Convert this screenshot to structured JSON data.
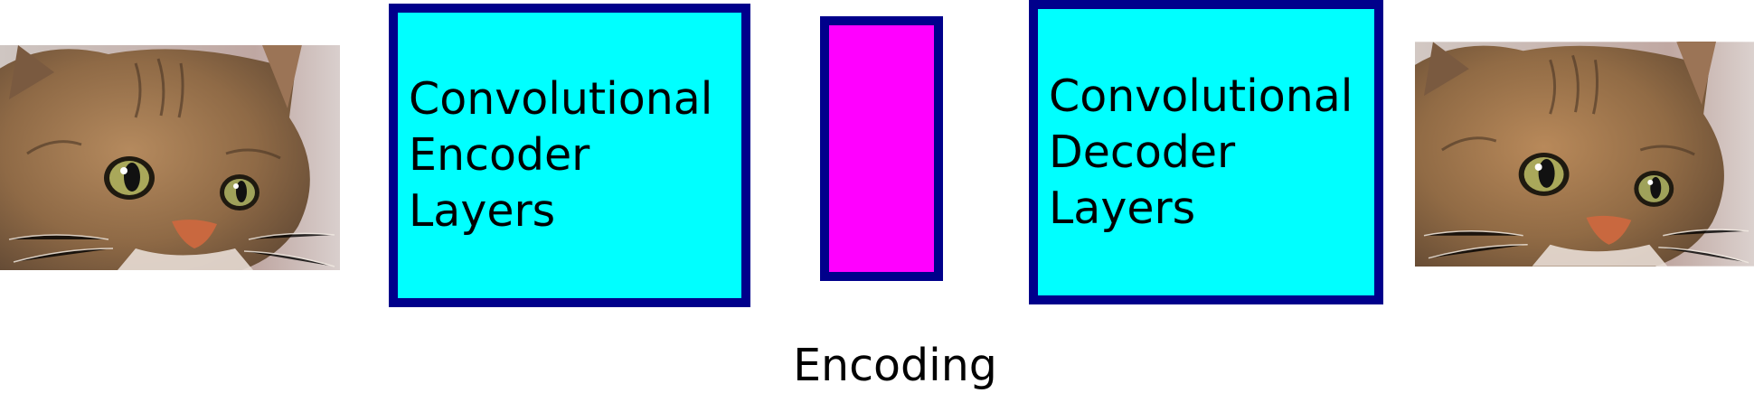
{
  "diagram": {
    "input_image": {
      "icon": "cat-photo"
    },
    "encoder": {
      "label": "Convolutional\nEncoder\nLayers"
    },
    "encoding": {
      "label": "Encoding"
    },
    "decoder": {
      "label": "Convolutional\nDecoder\nLayers"
    },
    "output_image": {
      "icon": "cat-photo"
    }
  },
  "colors": {
    "layer_fill": "#00ffff",
    "encoding_fill": "#ff00ff",
    "border": "#00008b"
  }
}
